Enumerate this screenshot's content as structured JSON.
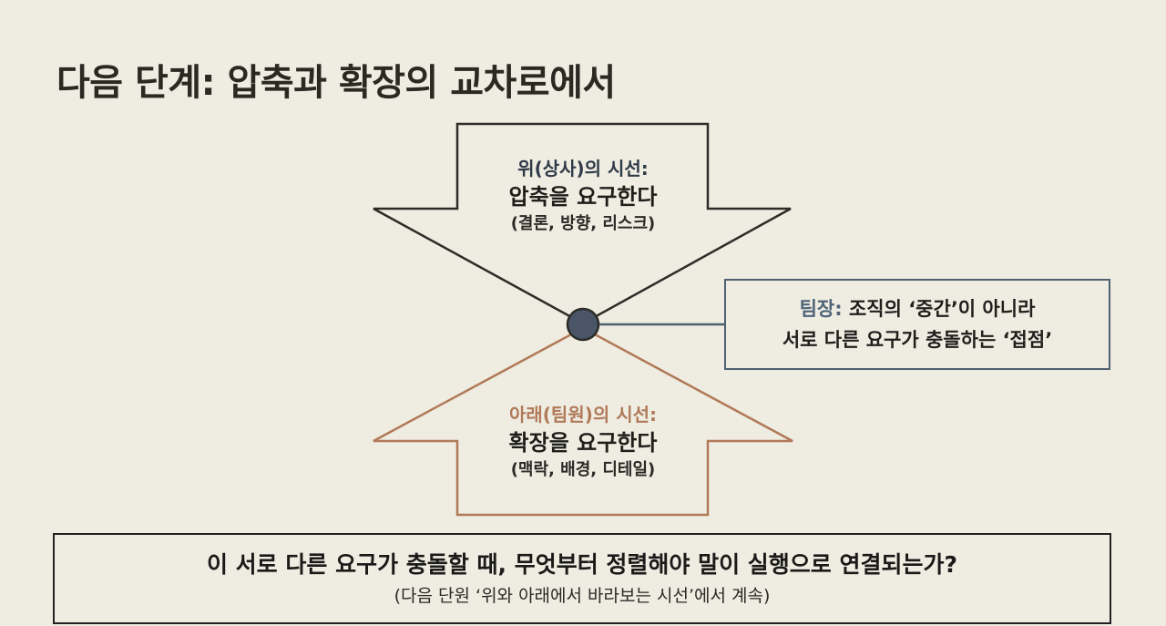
{
  "title": "다음 단계: 압축과 확장의 교차로에서",
  "top_arrow": {
    "line1": "위(상사)의 시선:",
    "line2": "압축을 요구한다",
    "line3": "(결론, 방향, 리스크)",
    "color": "#2d2d28"
  },
  "bottom_arrow": {
    "line1": "아래(팀원)의 시선:",
    "line2": "확장을 요구한다",
    "line3": "(맥락, 배경, 디테일)",
    "color": "#b07a58"
  },
  "node": {
    "color": "#4a5668"
  },
  "callout": {
    "accent": "팀장:",
    "line1_rest": " 조직의 ‘중간’이 아니라",
    "line2": "서로 다른 요구가 충돌하는 ‘접점’",
    "color": "#4f6070"
  },
  "question": {
    "main": "이 서로 다른 요구가 충돌할 때, 무엇부터 정렬해야 말이 실행으로 연결되는가?",
    "sub": "(다음 단원 ‘위와 아래에서 바라보는 시선’에서 계속)"
  }
}
